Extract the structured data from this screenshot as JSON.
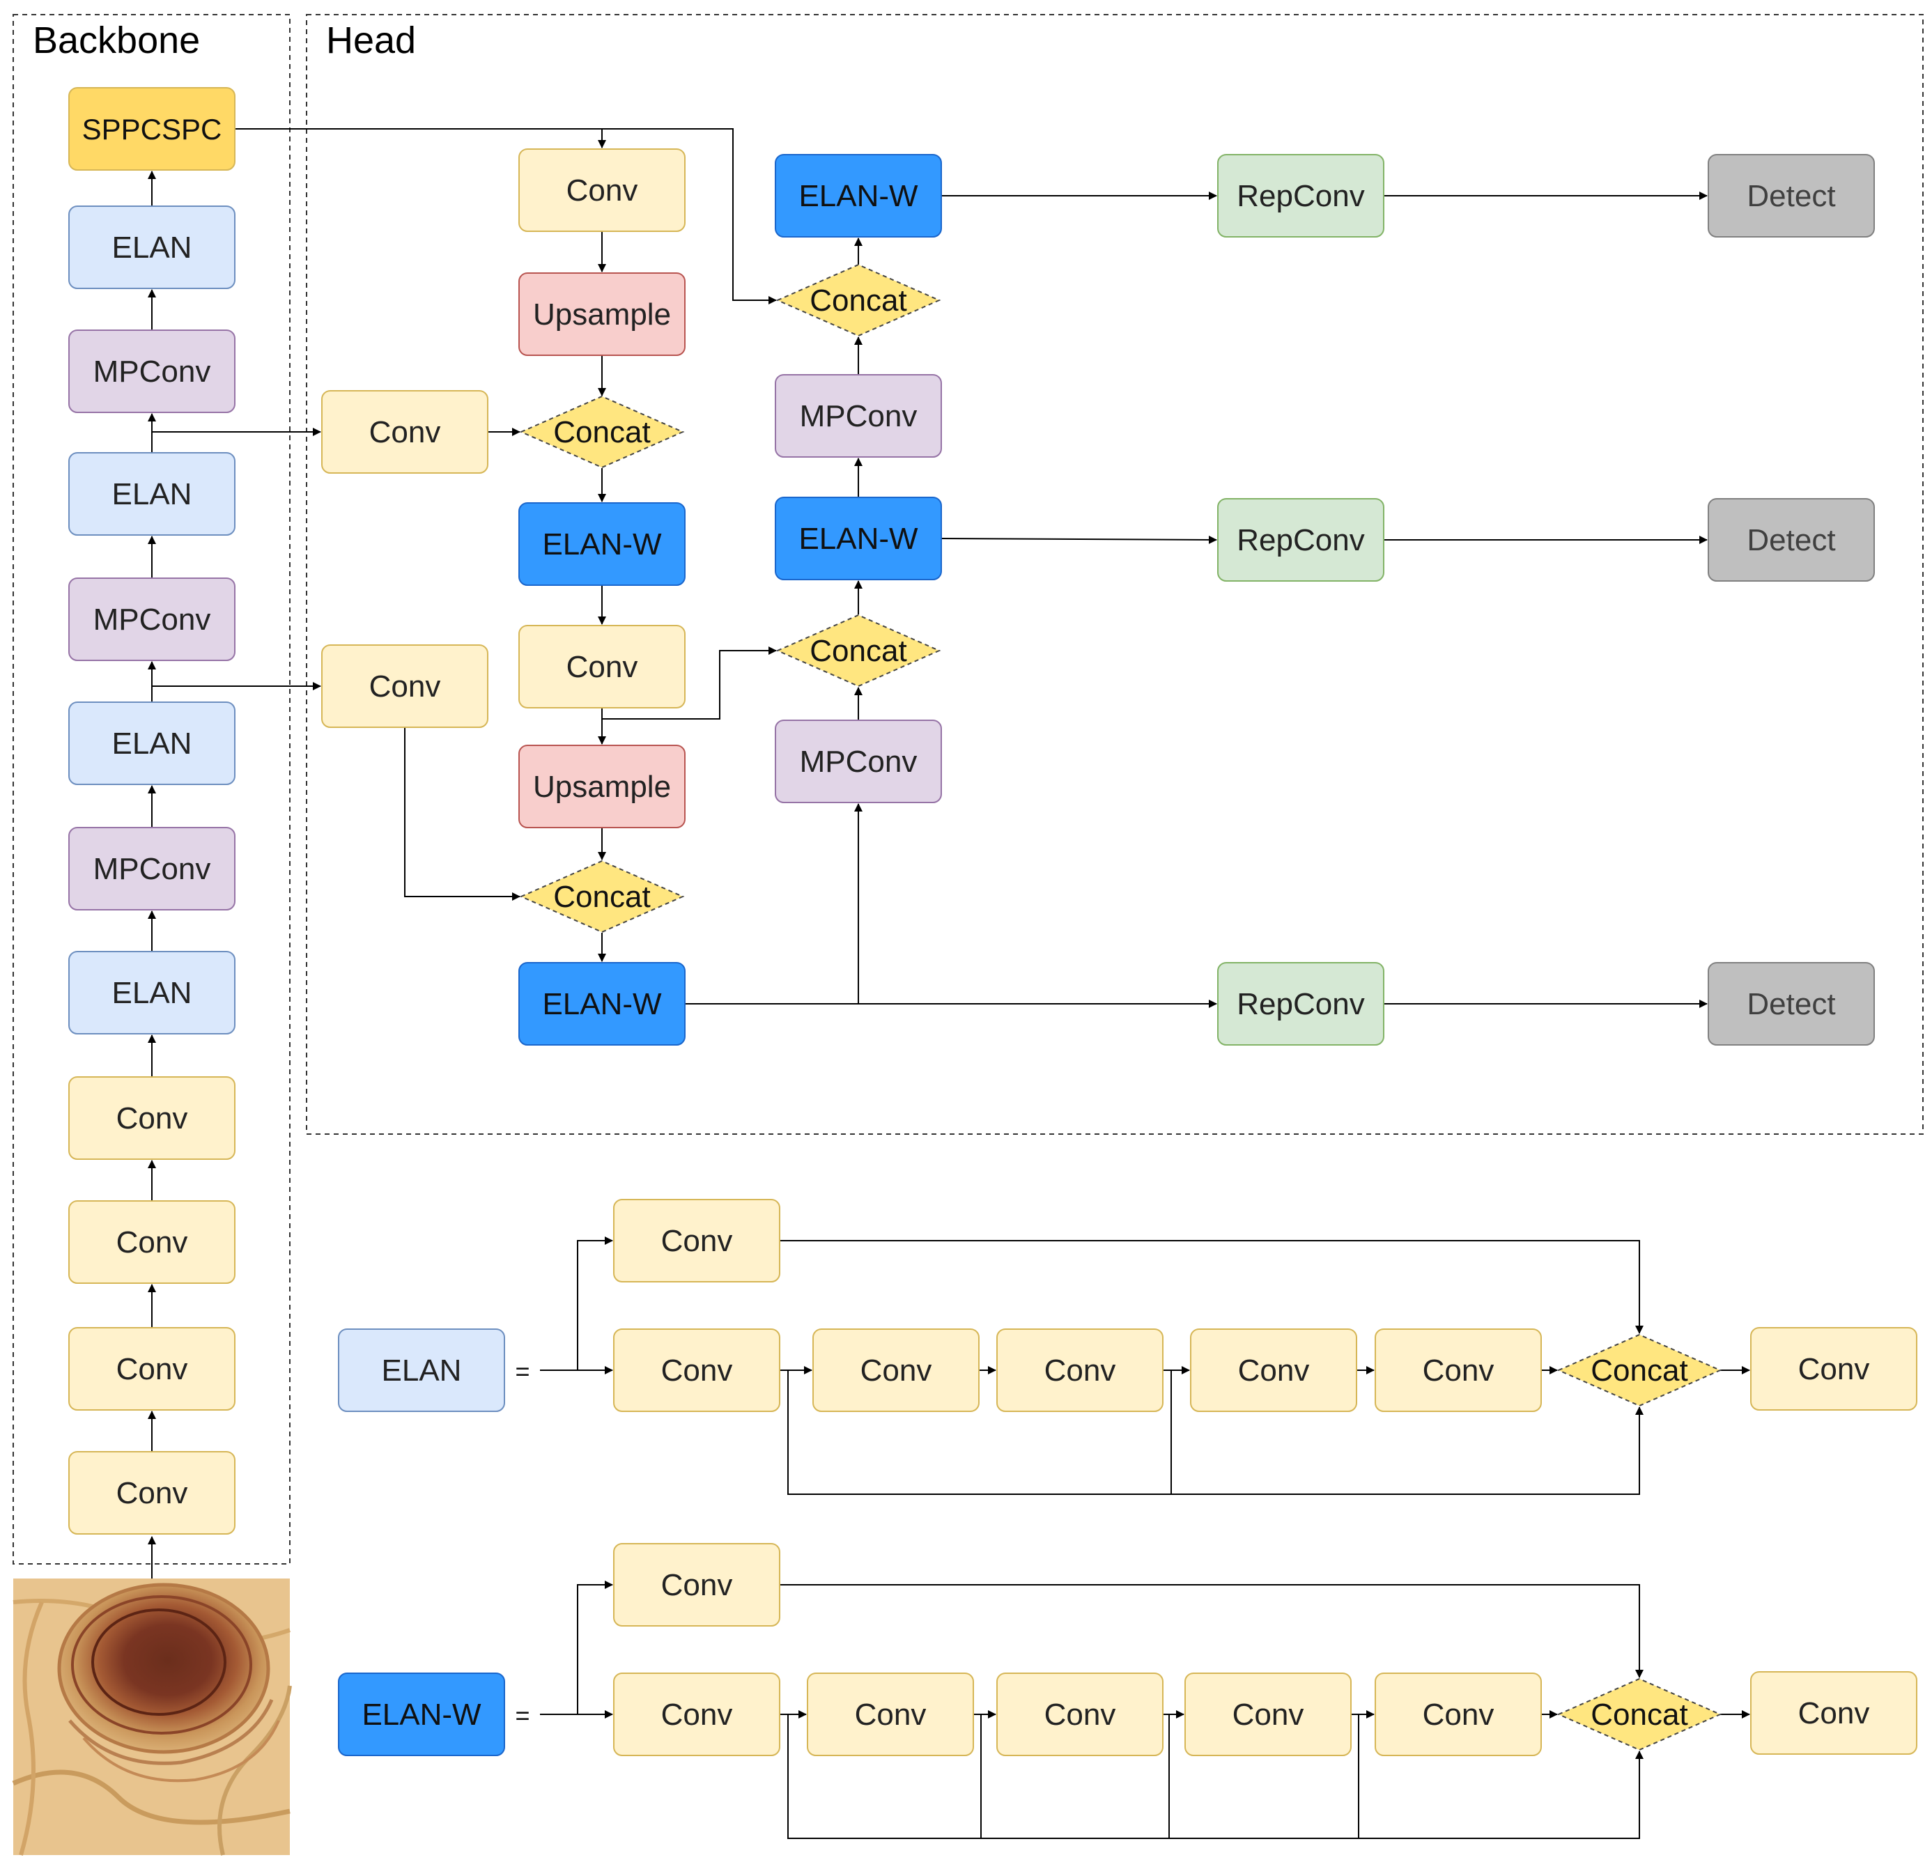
{
  "backbone": {
    "title": "Backbone",
    "blocks": [
      "SPPCSPC",
      "ELAN",
      "MPConv",
      "ELAN",
      "MPConv",
      "ELAN",
      "MPConv",
      "ELAN",
      "Conv",
      "Conv",
      "Conv",
      "Conv"
    ]
  },
  "head": {
    "title": "Head",
    "col1": [
      "Conv",
      "Upsample",
      "Concat",
      "ELAN-W",
      "Conv",
      "Upsample",
      "Concat",
      "ELAN-W"
    ],
    "side_convs": [
      "Conv",
      "Conv"
    ],
    "col2": [
      "ELAN-W",
      "Concat",
      "MPConv",
      "ELAN-W",
      "Concat",
      "MPConv"
    ],
    "repconv": [
      "RepConv",
      "RepConv",
      "RepConv"
    ],
    "detect": [
      "Detect",
      "Detect",
      "Detect"
    ]
  },
  "legend": {
    "equals": "=",
    "elan": {
      "name": "ELAN",
      "top_conv": "Conv",
      "chain": [
        "Conv",
        "Conv",
        "Conv",
        "Conv",
        "Conv"
      ],
      "concat": "Concat",
      "out_conv": "Conv"
    },
    "elan_w": {
      "name": "ELAN-W",
      "top_conv": "Conv",
      "chain": [
        "Conv",
        "Conv",
        "Conv",
        "Conv",
        "Conv"
      ],
      "concat": "Concat",
      "out_conv": "Conv"
    }
  },
  "colors": {
    "conv": "#fff2cc",
    "conv_border": "#d6b656",
    "elan": "#dae8fc",
    "elan_border": "#6c8ebf",
    "mpconv": "#e1d5e7",
    "mpconv_border": "#9673a6",
    "upsample": "#f8cecc",
    "upsample_border": "#b85450",
    "elanw": "#3399ff",
    "elanw_border": "#1a66cc",
    "repconv": "#d5e8d4",
    "repconv_border": "#82b366",
    "detect": "#bfbfbf",
    "detect_border": "#808080",
    "sppcspc": "#ffd966",
    "concat": "#ffe680"
  }
}
